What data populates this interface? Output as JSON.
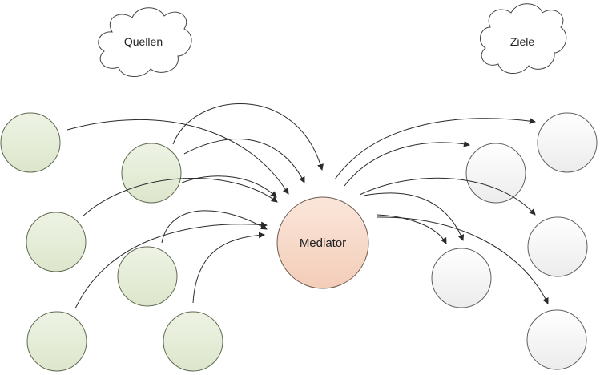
{
  "clouds": {
    "sources_label": "Quellen",
    "targets_label": "Ziele"
  },
  "mediator": {
    "label": "Mediator"
  },
  "colors": {
    "source_fill": "#e6edd9",
    "source_stroke": "#5f6b52",
    "mediator_fill": "#f9dccd",
    "mediator_stroke": "#6e5a50",
    "target_fill": "#f4f4f4",
    "target_stroke": "#606060",
    "arrow": "#2a2a2a"
  }
}
